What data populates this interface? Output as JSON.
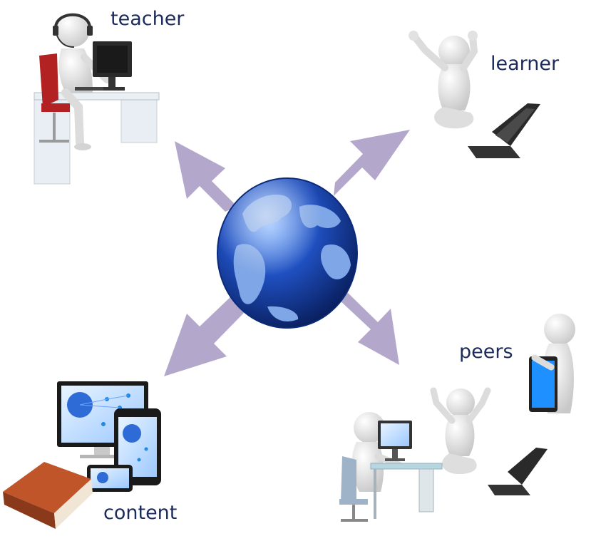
{
  "labels": {
    "teacher": "teacher",
    "learner": "learner",
    "peers": "peers",
    "content": "content"
  },
  "colors": {
    "label_text": "#1c2a5c",
    "arrow": "#b3a8cc",
    "globe_ocean": "#1f4fbf",
    "globe_land": "#7fa6e6",
    "figure": "#ececec",
    "chair": "#b22222",
    "monitor": "#2a2a2a",
    "tablet_screen": "#1e90ff",
    "book": "#c0552a"
  },
  "icons": {
    "center": "globe-icon",
    "teacher": "teacher-at-desk-icon",
    "learner": "cheering-learner-with-laptop-icon",
    "peers": "peer-group-icon",
    "content": "content-devices-and-book-icon"
  }
}
